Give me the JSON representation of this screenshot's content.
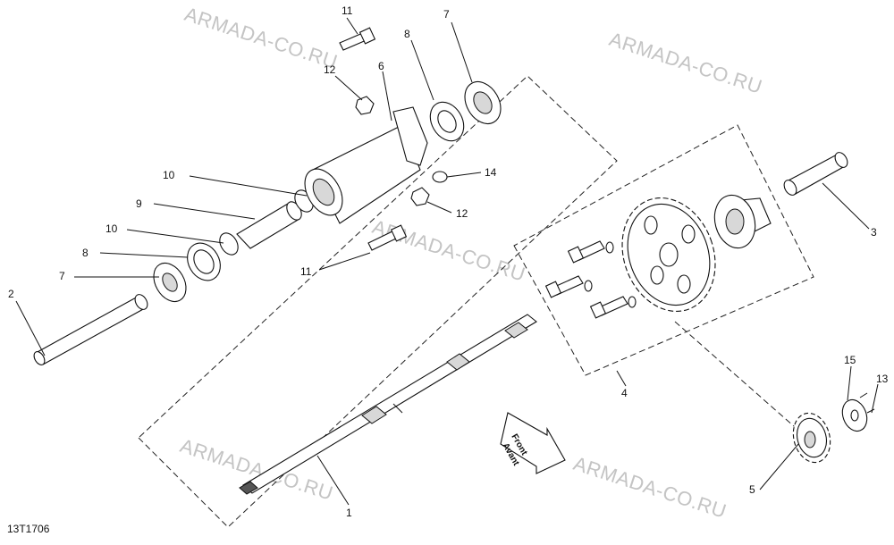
{
  "figure_code": "13T1706",
  "watermark": "ARMADA-CO.RU",
  "direction_arrow": {
    "line1": "Front",
    "line2": "Avant"
  },
  "callouts": [
    {
      "id": "1",
      "label": "1"
    },
    {
      "id": "2",
      "label": "2"
    },
    {
      "id": "3",
      "label": "3"
    },
    {
      "id": "4",
      "label": "4"
    },
    {
      "id": "5",
      "label": "5"
    },
    {
      "id": "6",
      "label": "6"
    },
    {
      "id": "7a",
      "label": "7"
    },
    {
      "id": "7b",
      "label": "7"
    },
    {
      "id": "8a",
      "label": "8"
    },
    {
      "id": "8b",
      "label": "8"
    },
    {
      "id": "9",
      "label": "9"
    },
    {
      "id": "10a",
      "label": "10"
    },
    {
      "id": "10b",
      "label": "10"
    },
    {
      "id": "11a",
      "label": "11"
    },
    {
      "id": "11b",
      "label": "11"
    },
    {
      "id": "12a",
      "label": "12"
    },
    {
      "id": "12b",
      "label": "12"
    },
    {
      "id": "13",
      "label": "13"
    },
    {
      "id": "14",
      "label": "14"
    },
    {
      "id": "15",
      "label": "15"
    }
  ]
}
